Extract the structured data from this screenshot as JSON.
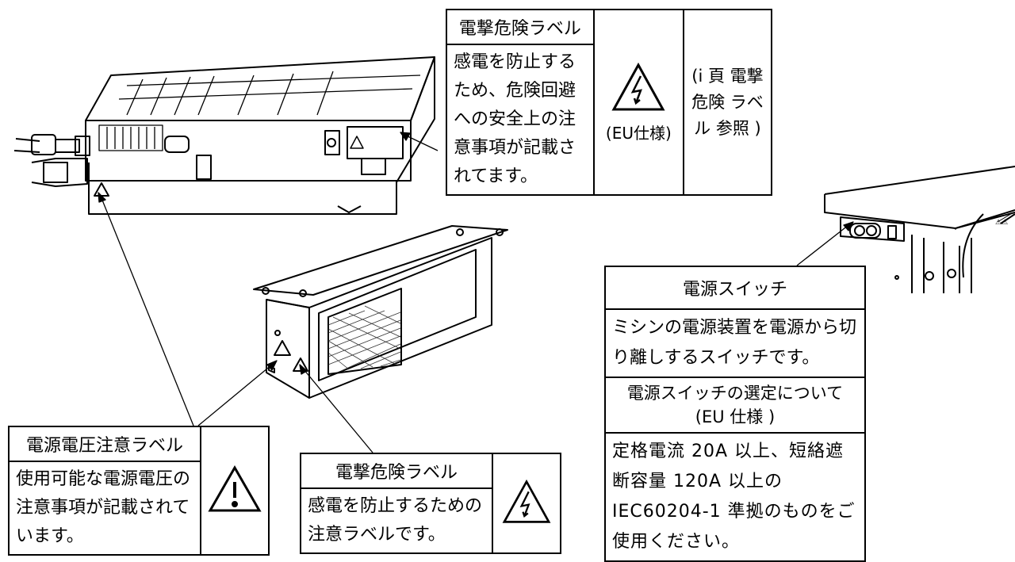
{
  "label_shock_top": {
    "title": "電撃危険ラベル",
    "description": "感電を防止するため、危険回避への安全上の注意事項が記載されてます。",
    "symbol_note": "(EU仕様)",
    "reference": "(i 頁 電撃危険 ラベル 参照 )",
    "icon": "electric-shock-warning-icon"
  },
  "label_voltage": {
    "title": "電源電圧注意ラベル",
    "description": "使用可能な電源電圧の注意事項が記載されています。",
    "icon": "caution-exclamation-icon"
  },
  "label_shock_bottom": {
    "title": "電撃危険ラベル",
    "description": "感電を防止するための注意ラベルです。",
    "icon": "electric-shock-warning-icon"
  },
  "power_switch": {
    "title": "電源スイッチ",
    "description": "ミシンの電源装置を電源から切り離しするスイッチです。",
    "selection_title": "電源スイッチの選定について (EU 仕様 )",
    "selection_text": "定格電流 20A 以上、短絡遮断容量 120A 以上の IEC60204-1 準拠のものをご使用ください。"
  }
}
